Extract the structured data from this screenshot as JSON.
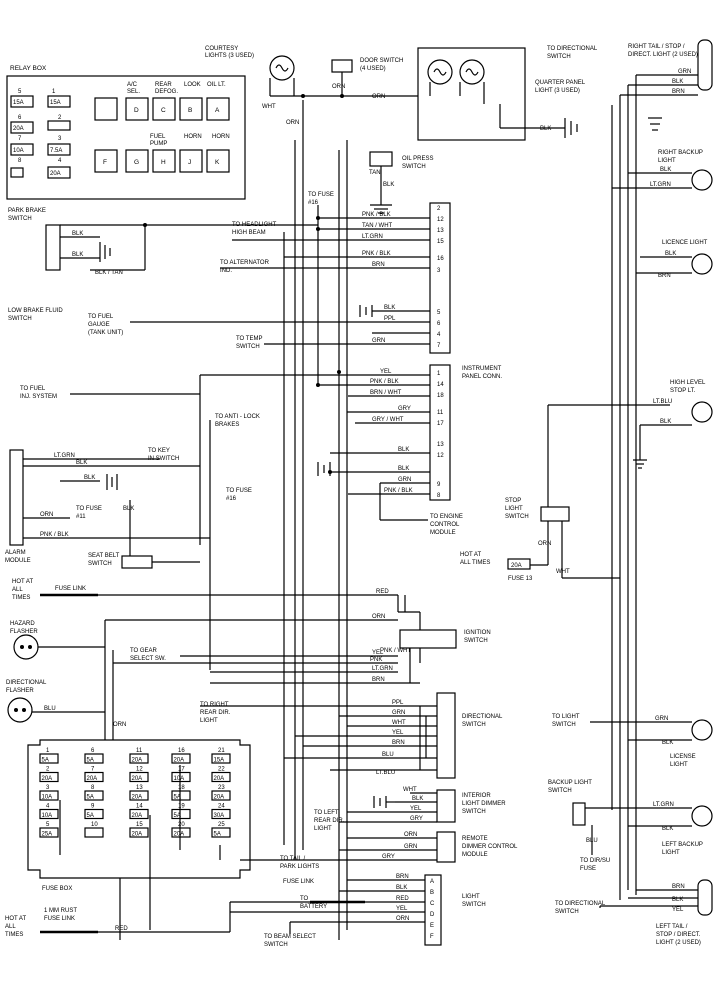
{
  "relay_box": {
    "title": "RELAY BOX",
    "col_headers": [
      "A/C",
      "SEL.",
      "REAR",
      "DEFOG.",
      "LOOK",
      "OIL LT."
    ],
    "row2_headers": [
      "FUEL",
      "PUMP",
      "HORN",
      "HORN"
    ],
    "row1": [
      "A",
      "B",
      "C",
      "D"
    ],
    "row2": [
      "F",
      "G",
      "H",
      "J",
      "K"
    ],
    "left_nums": [
      "5",
      "1",
      "6",
      "2",
      "7",
      "3",
      "8",
      "4"
    ],
    "left_cells": [
      "15A",
      "15A",
      "20A",
      "10A",
      "7.5A",
      "20A"
    ]
  },
  "components": {
    "courtesy": "COURTESY",
    "courtesy2": "LIGHTS (3 USED)",
    "door_switch": "DOOR SWITCH",
    "door_switch2": "(4 USED)",
    "quarter_panel": "QUARTER PANEL",
    "quarter_panel2": "LIGHT (3 USED)",
    "oil_press": "OIL PRESS",
    "oil_press2": "SWITCH",
    "to_fuse16": "TO FUSE",
    "to_fuse16b": "#16",
    "to_headlight": "TO HEADLIGHT",
    "to_headlight2": "HIGH BEAM",
    "park_brake": "PARK BRAKE",
    "park_brake2": "SWITCH",
    "low_brake": "LOW BRAKE FLUID",
    "low_brake2": "SWITCH",
    "to_alternator": "TO ALTERNATOR",
    "to_alternator2": "IND.",
    "to_fuel_gauge": "TO FUEL",
    "to_fuel_gauge2": "GAUGE",
    "to_fuel_gauge3": "(TANK UNIT)",
    "to_temp": "TO TEMP",
    "to_temp2": "SWITCH",
    "to_fuel_inj": "TO FUEL",
    "to_fuel_inj2": "INJ. SYSTEM",
    "instrument_panel": "INSTRUMENT",
    "instrument_panel2": "PANEL CONN.",
    "to_anti_lock": "TO ANTI - LOCK",
    "to_anti_lock2": "BRAKES",
    "to_key": "TO KEY",
    "to_key2": "IN SWITCH",
    "to_fuse11": "TO FUSE",
    "to_fuse11b": "#11",
    "to_fuse16_2": "TO FUSE",
    "to_fuse16_2b": "#16",
    "alarm_module": "ALARM",
    "alarm_module2": "MODULE",
    "seat_belt": "SEAT BELT",
    "seat_belt2": "SWITCH",
    "engine_control": "TO ENGINE",
    "engine_control2": "CONTROL",
    "engine_control3": "MODULE",
    "stop_light_sw": "STOP",
    "stop_light_sw2": "LIGHT",
    "stop_light_sw3": "SWITCH",
    "hot_at_all_times": "HOT AT",
    "hot_at_all_times2": "ALL TIMES",
    "fuse13": "FUSE 13",
    "fuse13_val": "20A",
    "hot_at": "HOT AT",
    "hot_all": "ALL",
    "hot_times": "TIMES",
    "fuse_link": "FUSE LINK",
    "hazard_flasher": "HAZARD",
    "hazard_flasher2": "FLASHER",
    "to_gear": "TO GEAR",
    "to_gear2": "SELECT SW.",
    "ignition_switch": "IGNITION",
    "ignition_switch2": "SWITCH",
    "directional_flasher": "DIRECTIONAL",
    "directional_flasher2": "FLASHER",
    "to_right_rear": "TO RIGHT",
    "to_right_rear2": "REAR DIR.",
    "to_right_rear3": "LIGHT",
    "directional_switch": "DIRECTIONAL",
    "directional_switch2": "SWITCH",
    "to_light_switch": "TO LIGHT",
    "to_light_switch2": "SWITCH",
    "license_light_r": "LICENSE",
    "license_light_r2": "LIGHT",
    "backup_light_sw": "BACKUP LIGHT",
    "backup_light_sw2": "SWITCH",
    "interior_light": "INTERIOR",
    "interior_light2": "LIGHT DIMMER",
    "interior_light3": "SWITCH",
    "to_left_rear": "TO LEFT",
    "to_left_rear2": "REAR DIR.",
    "to_left_rear3": "LIGHT",
    "remote_dimmer": "REMOTE",
    "remote_dimmer2": "DIMMER CONTROL",
    "remote_dimmer3": "MODULE",
    "to_dir_su": "TO DIR/SU",
    "to_dir_su2": "FUSE",
    "left_backup": "LEFT BACKUP",
    "left_backup2": "LIGHT",
    "fuse_box": "FUSE BOX",
    "to_tail": "TO TAIL /",
    "to_tail2": "PARK LIGHTS",
    "fuse_link2": "FUSE LINK",
    "to_battery": "TO",
    "to_battery2": "BATTERY",
    "light_switch": "LIGHT",
    "light_switch2": "SWITCH",
    "hot_1mm": "HOT AT",
    "hot_1mm2": "ALL",
    "hot_1mm3": "TIMES",
    "mm_rust": "1 MM RUST",
    "mm_rust2": "FUSE LINK",
    "to_beam": "TO BEAM SELECT",
    "to_beam2": "SWITCH",
    "to_directional_bot": "TO DIRECTIONAL",
    "to_directional_bot2": "SWITCH",
    "left_tail": "LEFT TAIL /",
    "left_tail2": "STOP / DIRECT.",
    "left_tail3": "LIGHT (2 USED)",
    "to_directional_top": "TO DIRECTIONAL",
    "to_directional_top2": "SWITCH",
    "right_tail": "RIGHT TAIL / STOP /",
    "right_tail2": "DIRECT. LIGHT (2 USED)",
    "right_backup": "RIGHT BACKUP",
    "right_backup2": "LIGHT",
    "license_light": "LICENCE LIGHT",
    "high_level": "HIGH LEVEL",
    "high_level2": "STOP LT."
  },
  "wire_colors": {
    "wht": "WHT",
    "orn": "ORN",
    "blk": "BLK",
    "tan": "TAN",
    "grn": "GRN",
    "brn": "BRN",
    "ppl": "PPL",
    "yel": "YEL",
    "red": "RED",
    "blu": "BLU",
    "pnk": "PNK",
    "gry": "GRY",
    "ltgrn": "LT.GRN",
    "ltblu": "LT.BLU",
    "pnkblk": "PNK / BLK",
    "tanwht": "TAN / WHT",
    "ltgrn2": "LT.GRN",
    "pnkblk2": "PNK / BLK",
    "blktan": "BLK / TAN",
    "pnkblk3": "PNK / BLK",
    "brnwht": "BRN / WHT",
    "grywht": "GRY / WHT",
    "pnkblk4": "PNK / BLK",
    "pnkwht": "PNK / WHT"
  },
  "ip_pins": [
    "2",
    "12",
    "13",
    "15",
    "16",
    "3",
    "5",
    "6",
    "4",
    "7",
    "1",
    "14",
    "18",
    "11",
    "17",
    "13",
    "12",
    "9",
    "8"
  ],
  "fuse_box": {
    "nums": [
      "1",
      "2",
      "3",
      "4",
      "5",
      "6",
      "7",
      "8",
      "9",
      "10",
      "11",
      "12",
      "13",
      "14",
      "15",
      "16",
      "17",
      "18",
      "19",
      "20",
      "21",
      "22",
      "23",
      "24",
      "25"
    ],
    "values": [
      "5A",
      "20A",
      "10A",
      "10A",
      "25A",
      "5A",
      "20A",
      "5A",
      "5A",
      "",
      "20A",
      "20A",
      "20A",
      "20A",
      "20A",
      "20A",
      "10A",
      "5A",
      "5A",
      "20A",
      "15A",
      "20A",
      "20A",
      "30A",
      "5A"
    ]
  },
  "light_switch_pins": [
    "A",
    "B",
    "C",
    "D",
    "E",
    "F"
  ]
}
